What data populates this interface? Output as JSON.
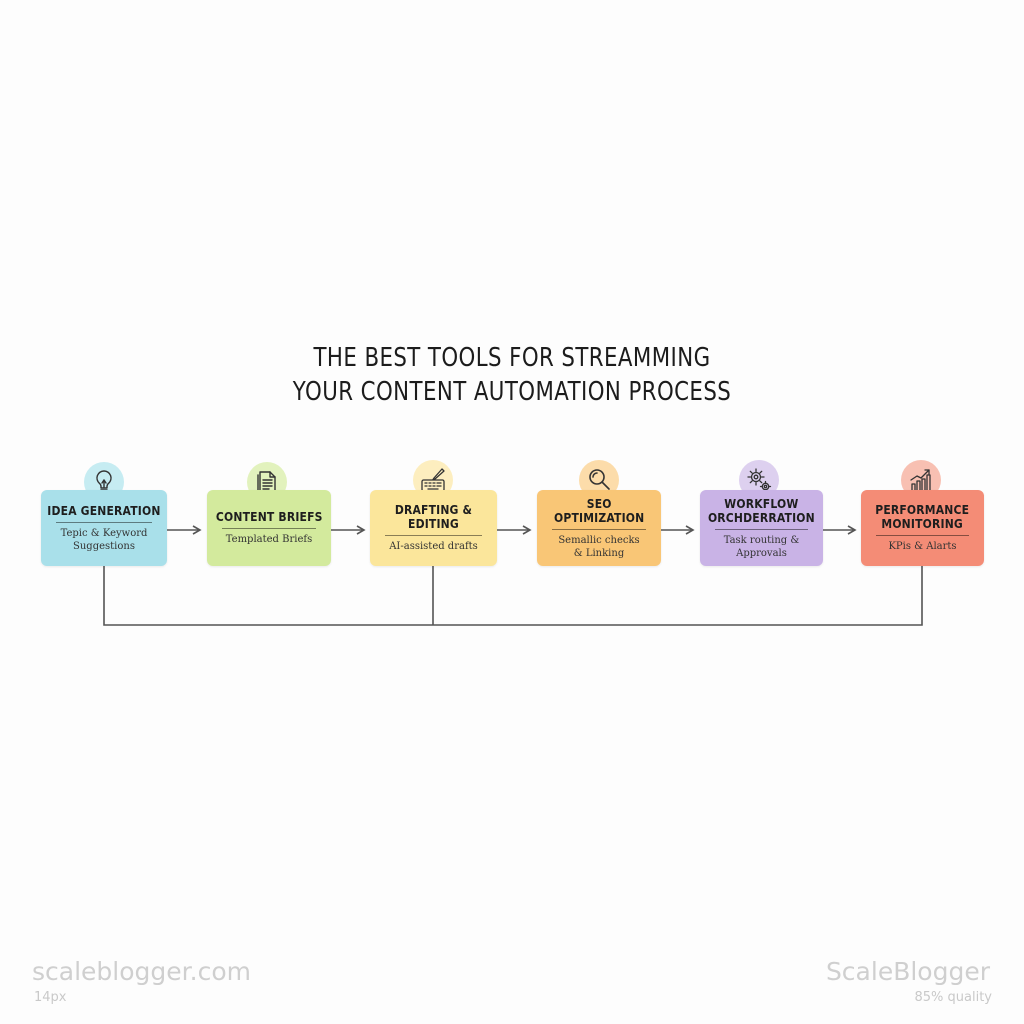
{
  "title": {
    "line1": "THE BEST TOOLS FOR STREAMMING",
    "line2": "YOUR CONTENT AUTOMATION PROCESS"
  },
  "stages": [
    {
      "name": "IDEA GENERATION",
      "desc": "Tepic & Keyword Suggestions",
      "icon": "lightbulb-icon",
      "color": "#a9e0ea",
      "icon_bg": "#c6ecf2"
    },
    {
      "name": "CONTENT BRIEFS",
      "desc": "Templated Briefs",
      "icon": "document-icon",
      "color": "#d3ea9d",
      "icon_bg": "#e2f2bd"
    },
    {
      "name": "DRAFTING & EDITING",
      "desc": "AI-assisted drafts",
      "icon": "keyboard-pen-icon",
      "color": "#fbe69b",
      "icon_bg": "#fdeebf"
    },
    {
      "name": "SEO\nOPTIMIZATION",
      "desc": "Semallic checks\n& Linking",
      "icon": "magnifier-icon",
      "color": "#f9c676",
      "icon_bg": "#fcdcaa"
    },
    {
      "name": "WORKFLOW\nORCHDERRATION",
      "desc": "Task routing & Approvals",
      "icon": "gears-icon",
      "color": "#c9b3e6",
      "icon_bg": "#ddd0ef"
    },
    {
      "name": "PERFORMANCE\nMONITORING",
      "desc": "KPis & Alarts",
      "icon": "bar-chart-icon",
      "color": "#f48c76",
      "icon_bg": "#f8c0b2"
    }
  ],
  "watermark": {
    "left": "scaleblogger.com",
    "left_sub": "14px",
    "right": "ScaleBlogger",
    "right_sub": "85% quality"
  }
}
